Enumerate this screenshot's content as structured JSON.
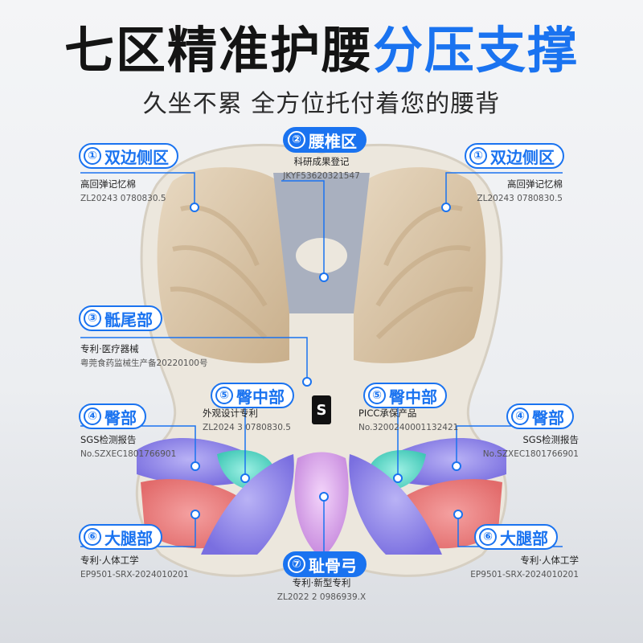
{
  "header": {
    "title_main": "七区精准护腰",
    "title_accent": "分压支撑",
    "subtitle": "久坐不累 全方位托付着您的腰背"
  },
  "colors": {
    "accent": "#1a73f0",
    "shell": "#ebe6dc",
    "side_pads": "#d8c4a6",
    "lumbar": "#a9b0bf",
    "hip_purple": "#8f86e6",
    "thigh_red": "#e87b7b",
    "mid_teal": "#5fd6c6",
    "pubic_pink": "#d9a6e8"
  },
  "zones": {
    "z1_left": {
      "num": "①",
      "label": "双边侧区",
      "line1": "高回弹记忆棉",
      "line2": "ZL20243 0780830.5"
    },
    "z1_right": {
      "num": "①",
      "label": "双边侧区",
      "line1": "高回弹记忆棉",
      "line2": "ZL20243 0780830.5"
    },
    "z2": {
      "num": "②",
      "label": "腰椎区",
      "line1": "科研成果登记",
      "line2": "JKYF53620321547"
    },
    "z3": {
      "num": "③",
      "label": "骶尾部",
      "line1": "专利·医疗器械",
      "line2": "粤莞食药监械生产备20220100号"
    },
    "z4_left": {
      "num": "④",
      "label": "臀部",
      "line1": "SGS检测报告",
      "line2": "No.SZXEC1801766901"
    },
    "z4_right": {
      "num": "④",
      "label": "臀部",
      "line1": "SGS检测报告",
      "line2": "No.SZXEC1801766901"
    },
    "z5_left": {
      "num": "⑤",
      "label": "臀中部",
      "line1": "外观设计专利",
      "line2": "ZL2024 3 0780830.5"
    },
    "z5_right": {
      "num": "⑤",
      "label": "臀中部",
      "line1": "PICC承保产品",
      "line2": "No.3200240001132421"
    },
    "z6_left": {
      "num": "⑥",
      "label": "大腿部",
      "line1": "专利·人体工学",
      "line2": "EP9501-SRX-2024010201"
    },
    "z6_right": {
      "num": "⑥",
      "label": "大腿部",
      "line1": "专利·人体工学",
      "line2": "EP9501-SRX-2024010201"
    },
    "z7": {
      "num": "⑦",
      "label": "耻骨弓",
      "line1": "专利·新型专利",
      "line2": "ZL2022 2 0986939.X"
    }
  },
  "logo": {
    "glyph": "S"
  }
}
